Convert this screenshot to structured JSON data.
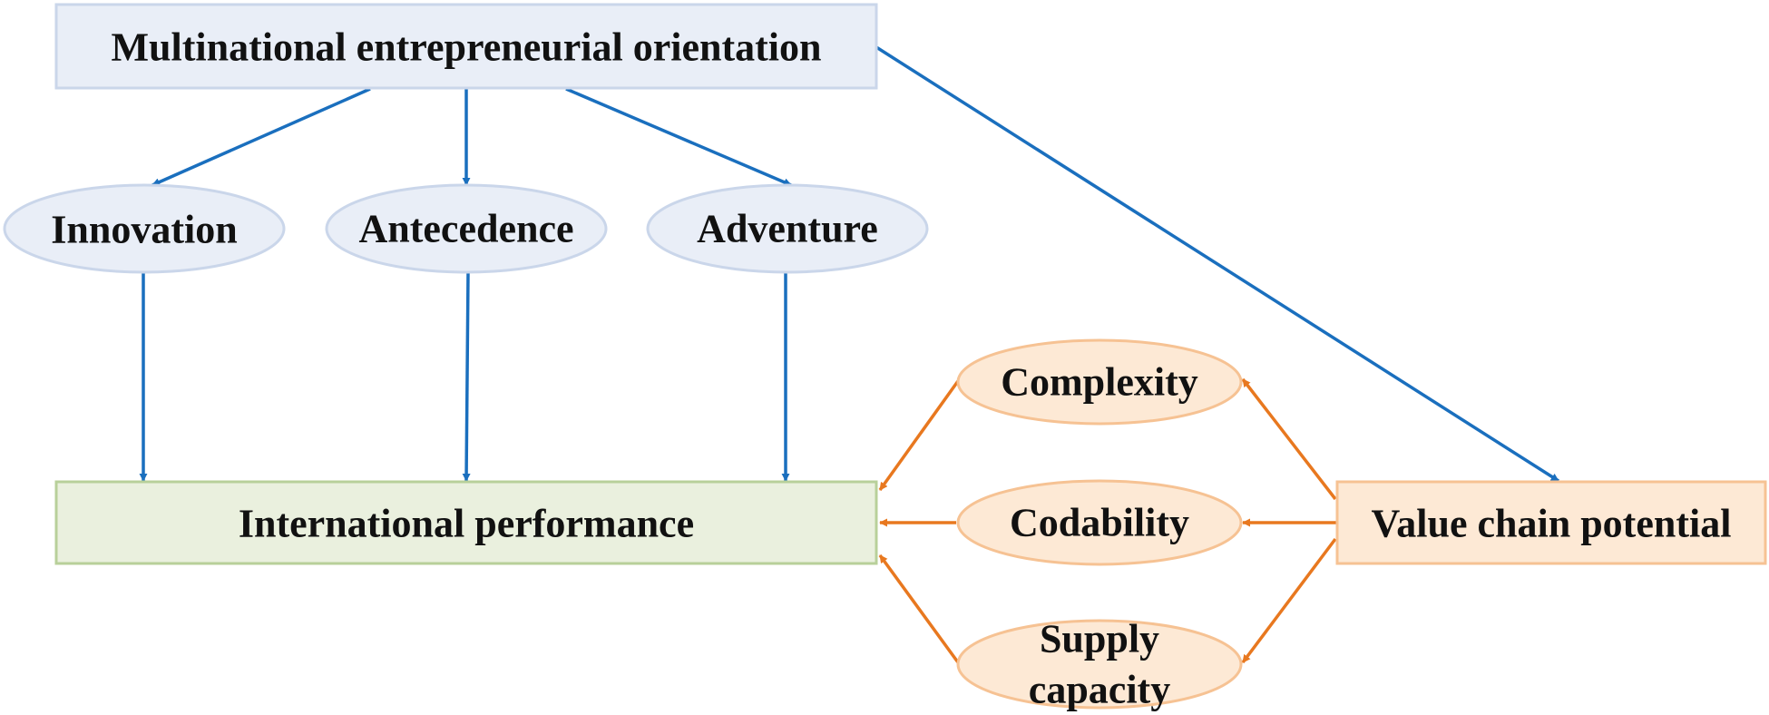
{
  "colors": {
    "blue_fill": "#e9eef7",
    "blue_stroke": "#cad6ea",
    "blue_arrow": "#1a6fbe",
    "green_fill": "#eaf0de",
    "green_stroke": "#b8d09a",
    "orange_fill": "#fde9d5",
    "orange_stroke": "#f6c293",
    "orange_arrow": "#e8781f"
  },
  "nodes": {
    "meo": {
      "label": "Multinational entrepreneurial orientation"
    },
    "innovation": {
      "label": "Innovation"
    },
    "antecedence": {
      "label": "Antecedence"
    },
    "adventure": {
      "label": "Adventure"
    },
    "intl_performance": {
      "label": "International performance"
    },
    "complexity": {
      "label": "Complexity"
    },
    "codability": {
      "label": "Codability"
    },
    "supply_capacity": {
      "label_line1": "Supply",
      "label_line2": "capacity"
    },
    "value_chain": {
      "label": "Value chain potential"
    }
  }
}
